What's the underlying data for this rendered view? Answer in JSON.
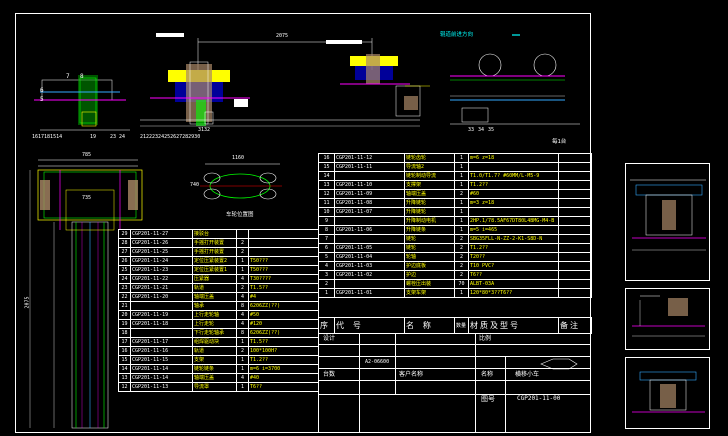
{
  "colors": {
    "background": "#000000",
    "frame": "#ffffff",
    "accent_yellow": "#ffff00",
    "accent_green": "#00ff00",
    "accent_cyan": "#00ffff",
    "accent_magenta": "#ff00ff",
    "accent_red": "#ff0000",
    "accent_blue": "#3366ff"
  },
  "top_drawing": {
    "dim_total": "2075",
    "direction_label": "辊道前进方向",
    "labels_left": [
      "7",
      "8",
      "6",
      "5"
    ],
    "labels_bottom": "1617181514",
    "labels_bottom2": "21222324252627282930",
    "labels_bottom3": "3132",
    "labels_right": [
      "33",
      "34",
      "35"
    ],
    "scale_note": "每1台",
    "dim_small_a": "19",
    "dim_small_b": "23 24"
  },
  "plan_drawing": {
    "dim_top": "785",
    "dim_mid": "735",
    "dim_side": "2075",
    "dim_small": "785"
  },
  "wheel_drawing": {
    "dim": "1160",
    "dim_side": "740",
    "caption": "车轮位置图"
  },
  "bom_left": [
    {
      "no": "29",
      "code": "CGP201-11-27",
      "name": "接驳台",
      "qty": "",
      "spec": ""
    },
    {
      "no": "28",
      "code": "CGP201-11-26",
      "name": "手摇打开装置",
      "qty": "2",
      "spec": ""
    },
    {
      "no": "27",
      "code": "CGP201-11-25",
      "name": "手摇打开装置",
      "qty": "2",
      "spec": ""
    },
    {
      "no": "26",
      "code": "CGP201-11-24",
      "name": "定位压紧装置2",
      "qty": "1",
      "spec": "T50???"
    },
    {
      "no": "25",
      "code": "CGP201-11-23",
      "name": "定位压紧装置1",
      "qty": "1",
      "spec": "T50???"
    },
    {
      "no": "24",
      "code": "CGP201-11-22",
      "name": "压紧器",
      "qty": "4",
      "spec": "T30????"
    },
    {
      "no": "23",
      "code": "CGP201-11-21",
      "name": "轨道",
      "qty": "2",
      "spec": "T1.5??"
    },
    {
      "no": "22",
      "code": "CGP201-11-20",
      "name": "轴端压盖",
      "qty": "4",
      "spec": "#4"
    },
    {
      "no": "21",
      "code": "",
      "name": "轴承",
      "qty": "8",
      "spec": "6206ZZ(??)"
    },
    {
      "no": "20",
      "code": "CGP201-11-19",
      "name": "上行走轮轴",
      "qty": "4",
      "spec": "#50"
    },
    {
      "no": "19",
      "code": "CGP201-11-18",
      "name": "上行走轮",
      "qty": "4",
      "spec": "#120"
    },
    {
      "no": "18",
      "code": "",
      "name": "下行走轮轴承",
      "qty": "8",
      "spec": "6206ZZ(??)"
    },
    {
      "no": "17",
      "code": "CGP201-11-17",
      "name": "组焊驱动块",
      "qty": "1",
      "spec": "T1.5??"
    },
    {
      "no": "16",
      "code": "CGP201-11-16",
      "name": "轨道",
      "qty": "2",
      "spec": "100*100H?"
    },
    {
      "no": "15",
      "code": "CGP201-11-15",
      "name": "支架",
      "qty": "1",
      "spec": "T1.2??"
    },
    {
      "no": "14",
      "code": "CGP201-11-14",
      "name": "链轮链条",
      "qty": "1",
      "spec": "m=6 i=3700"
    },
    {
      "no": "13",
      "code": "CGP201-11-14",
      "name": "轴端压盖",
      "qty": "4",
      "spec": "#40"
    },
    {
      "no": "12",
      "code": "CGP201-11-13",
      "name": "导流罩",
      "qty": "1",
      "spec": "T6??"
    }
  ],
  "bom_right": [
    {
      "no": "16",
      "code": "CGP201-11-12",
      "name": "链轮齿轮",
      "qty": "1",
      "spec": "m=6 z=18"
    },
    {
      "no": "15",
      "code": "CGP201-11-11",
      "name": "导流轴2",
      "qty": "1",
      "spec": ""
    },
    {
      "no": "14",
      "code": "",
      "name": "链轮制动导流",
      "qty": "1",
      "spec": "T1.0/T1.7?  #60MM/L-M5-9"
    },
    {
      "no": "13",
      "code": "CGP201-11-10",
      "name": "支撑架",
      "qty": "1",
      "spec": "T1.2??"
    },
    {
      "no": "12",
      "code": "CGP201-11-09",
      "name": "轴端压盖",
      "qty": "2",
      "spec": "#60"
    },
    {
      "no": "11",
      "code": "CGP201-11-08",
      "name": "升降链轮",
      "qty": "1",
      "spec": "m=3 z=18"
    },
    {
      "no": "10",
      "code": "CGP201-11-07",
      "name": "升降链轮",
      "qty": "1",
      "spec": ""
    },
    {
      "no": "9",
      "code": "",
      "name": "升降制动电机",
      "qty": "1",
      "spec": "2HP.1/78.5AF67DT80L4BMG-M4-B"
    },
    {
      "no": "8",
      "code": "CGP201-11-06",
      "name": "升降链条",
      "qty": "1",
      "spec": "m=5 i=465"
    },
    {
      "no": "7",
      "code": "",
      "name": "链轮",
      "qty": "2",
      "spec": "SBG35FLL-N-ZZ-2-K1-S8D-N"
    },
    {
      "no": "6",
      "code": "CGP201-11-05",
      "name": "链轮",
      "qty": "2",
      "spec": "T1.2??"
    },
    {
      "no": "5",
      "code": "CGP201-11-04",
      "name": "轮轴",
      "qty": "2",
      "spec": "T20??"
    },
    {
      "no": "4",
      "code": "CGP201-11-03",
      "name": "护边底板",
      "qty": "2",
      "spec": "T10 PVC?"
    },
    {
      "no": "3",
      "code": "CGP201-11-02",
      "name": "护边",
      "qty": "2",
      "spec": "T6??"
    },
    {
      "no": "2",
      "code": "",
      "name": "螺栓压出装",
      "qty": "70",
      "spec": "ALBT-03A"
    },
    {
      "no": "1",
      "code": "CGP201-11-01",
      "name": "支架车架",
      "qty": "1",
      "spec": "120*80*3??T6??"
    }
  ],
  "header_row": [
    "序",
    "代  号",
    "名  称",
    "数量",
    "材质及型号",
    "备注"
  ],
  "title_block": {
    "row1": [
      "设计",
      "",
      "",
      "比例",
      "",
      "",
      ""
    ],
    "drawing_no_label": "图号",
    "drawing_no": "CGP201-11-00",
    "name_label": "名称",
    "name_value": "横移小车",
    "company_label": "客户名称",
    "project": "A2-06600",
    "remark": "台数"
  },
  "side_views": [
    "view-1",
    "view-2",
    "view-3"
  ]
}
